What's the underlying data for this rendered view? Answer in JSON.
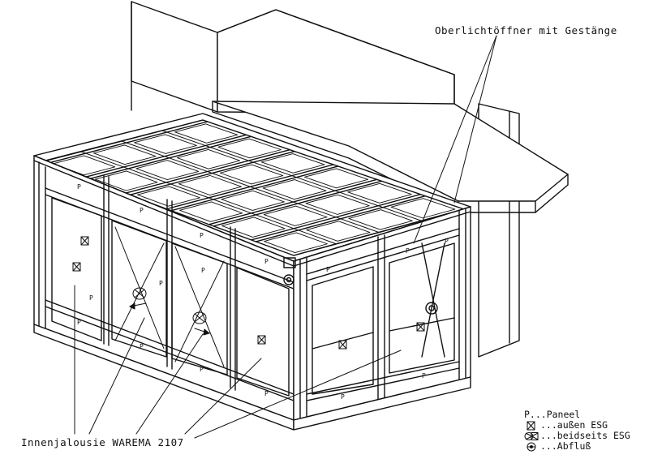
{
  "labels": {
    "top_callout": "Oberlichtöffner mit Gestänge",
    "bottom_callout": "Innenjalousie WAREMA 2107"
  },
  "legend": {
    "items": [
      {
        "symbol": "none",
        "text": "P...Paneel"
      },
      {
        "symbol": "single-cross-icon",
        "text": "...außen ESG"
      },
      {
        "symbol": "double-cross-icon",
        "text": "...beidseits ESG"
      },
      {
        "symbol": "drain-icon",
        "text": "...Abfluß"
      }
    ]
  },
  "panel_marks": [
    "P",
    "P",
    "P",
    "P",
    "P",
    "P",
    "P",
    "P",
    "P",
    "P",
    "P",
    "P",
    "P",
    "P",
    "P",
    "P"
  ],
  "colors": {
    "ink": "#111111",
    "paper": "#ffffff",
    "hatch": "#888888"
  }
}
